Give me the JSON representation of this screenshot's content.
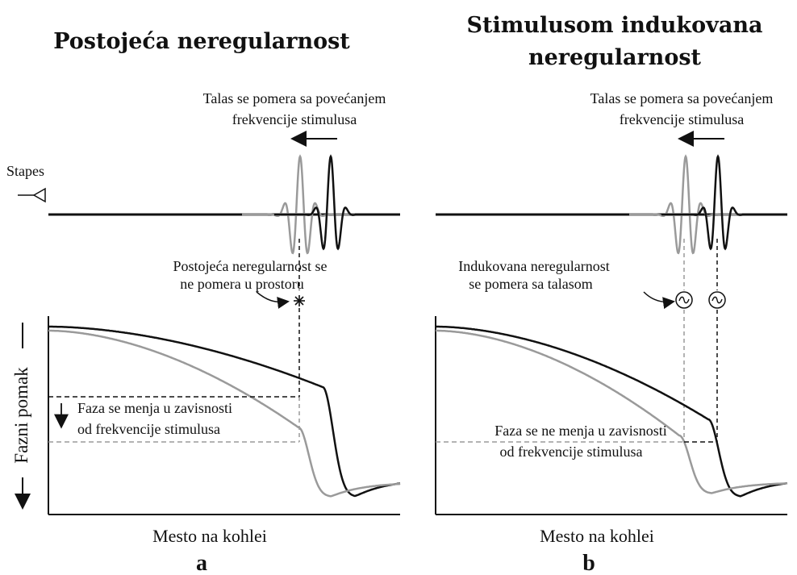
{
  "panel_a": {
    "title": "Postojeća neregularnost",
    "wave_note_line1": "Talas se pomera sa povećanjem",
    "wave_note_line2": "frekvencije stimulusa",
    "stapes_label": "Stapes",
    "irregularity_line1": "Postojeća neregularnost se",
    "irregularity_line2": "ne pomera u prostoru",
    "phase_line1": "Faza se menja u zavisnosti",
    "phase_line2": "od frekvencije stimulusa",
    "xlabel": "Mesto na kohlei",
    "panel_letter": "a"
  },
  "panel_b": {
    "title_line1": "Stimulusom indukovana",
    "title_line2": "neregularnost",
    "wave_note_line1": "Talas se pomera sa povećanjem",
    "wave_note_line2": "frekvencije stimulusa",
    "irregularity_line1": "Indukovana neregularnost",
    "irregularity_line2": "se pomera sa talasom",
    "phase_line1": "Faza se ne menja u zavisnosti",
    "phase_line2": "od frekvencije stimulusa",
    "xlabel": "Mesto na kohlei",
    "panel_letter": "b"
  },
  "ylabel": "Fazni pomak",
  "colors": {
    "dark": "#111111",
    "light": "#9a9a9a"
  }
}
